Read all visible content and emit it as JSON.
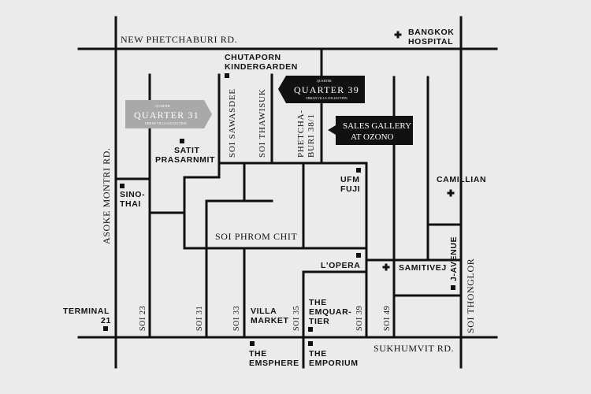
{
  "map": {
    "roads": {
      "new_phetchaburi": "NEW PHETCHABURI RD.",
      "sukhumvit": "SUKHUMVIT RD.",
      "asoke_montri": "ASOKE MONTRI RD.",
      "soi_thonglor": "SOI THONGLOR",
      "soi_phrom_chit": "SOI PHROM CHIT",
      "soi_sawasdee": "SOI SAWASDEE",
      "soi_thawisuk": "SOI THAWISUK",
      "phetchaburi_38_1": [
        "PHETCHA-",
        "BURI 38/1"
      ],
      "soi_23": "SOI 23",
      "soi_31": "SOI 31",
      "soi_33": "SOI 33",
      "soi_35": "SOI 35",
      "soi_39": "SOI 39",
      "soi_49": "SOI 49"
    },
    "places": {
      "bangkok_hospital": [
        "BANGKOK",
        "HOSPITAL"
      ],
      "chutaporn": [
        "CHUTAPORN",
        "KINDERGARDEN"
      ],
      "satit": [
        "SATIT",
        "PRASARNMIT"
      ],
      "sino_thai": [
        "SINO-",
        "THAI"
      ],
      "ufm_fuji": [
        "UFM",
        "FUJI"
      ],
      "camillian": "CAMILLIAN",
      "lopera": "L'OPERA",
      "samitivej": "SAMITIVEJ",
      "j_avenue": "J-AVENUE",
      "terminal_21": [
        "TERMINAL",
        "21"
      ],
      "villa_market": [
        "VILLA",
        "MARKET"
      ],
      "emquartier": [
        "THE",
        "EMQUAR-",
        "TIER"
      ],
      "emsphere": [
        "THE",
        "EMSPHERE"
      ],
      "emporium": [
        "THE",
        "EMPORIUM"
      ]
    },
    "badges": {
      "quarter_31": {
        "name": "QUARTER 31",
        "tagline": "URBAN VILLA COLLECTION",
        "brand": "QUARTER"
      },
      "quarter_39": {
        "name": "QUARTER 39",
        "tagline": "URBAN VILLA COLLECTION",
        "brand": "QUARTER"
      },
      "sales_gallery": [
        "SALES GALLERY",
        "AT OZONO"
      ]
    },
    "colors": {
      "background": "#ebebeb",
      "roads": "#111111",
      "badge_dark": "#111111",
      "badge_grey": "#a9a9a9"
    },
    "icons": {
      "hospital": "plus-icon",
      "place": "square-marker-icon"
    }
  }
}
